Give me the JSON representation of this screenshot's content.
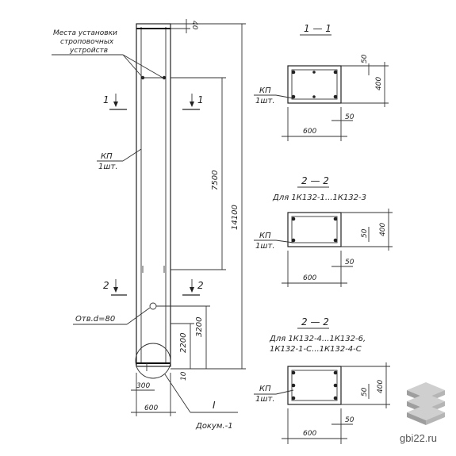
{
  "labels": {
    "mounting_note_1": "Места установки",
    "mounting_note_2": "строповочных",
    "mounting_note_3": "устройств",
    "kp": "КП",
    "one_pc": "1шт.",
    "cut_1": "1",
    "cut_2": "2",
    "opening": "Отв.d=80",
    "detail": "I",
    "doc": "Докум.-1",
    "section_1": "1 — 1",
    "section_2a": "2 — 2",
    "section_2a_sub": "Для 1К132-1...1К132-3",
    "section_2b": "2 — 2",
    "section_2b_sub1": "Для 1К132-4...1К132-6,",
    "section_2b_sub2": "1К132-1-С...1К132-4-С"
  },
  "dims": {
    "d40": "40",
    "d7500": "7500",
    "d14100": "14100",
    "d3200": "3200",
    "d2200": "2200",
    "d10": "10",
    "d300": "300",
    "d600": "600",
    "s1_50a": "50",
    "s1_400": "400",
    "s1_50b": "50",
    "s1_600": "600",
    "s2_50a": "50",
    "s2_400": "400",
    "s2_50b": "50",
    "s2_600": "600",
    "s3_50a": "50",
    "s3_400": "400",
    "s3_50b": "50",
    "s3_600": "600"
  },
  "watermark": {
    "text": "gbi22.ru",
    "color": "#9a9a9a"
  }
}
